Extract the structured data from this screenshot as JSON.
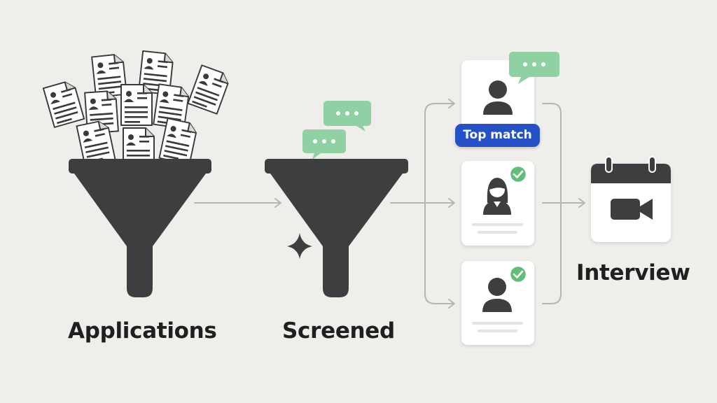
{
  "stages": {
    "applications": {
      "label": "Applications"
    },
    "screened": {
      "label": "Screened"
    },
    "interview": {
      "label": "Interview"
    }
  },
  "candidates": {
    "top_badge": "Top match"
  },
  "colors": {
    "background": "#efeeea",
    "funnel": "#3d3e40",
    "chat_bubble": "#8fd1a2",
    "check": "#5fbe78",
    "badge": "#2551c7",
    "connector": "#b5b5b5"
  },
  "icons": [
    "resume-icon",
    "funnel-icon",
    "chat-bubble-icon",
    "sparkle-icon",
    "person-icon",
    "check-icon",
    "calendar-icon",
    "video-camera-icon"
  ]
}
